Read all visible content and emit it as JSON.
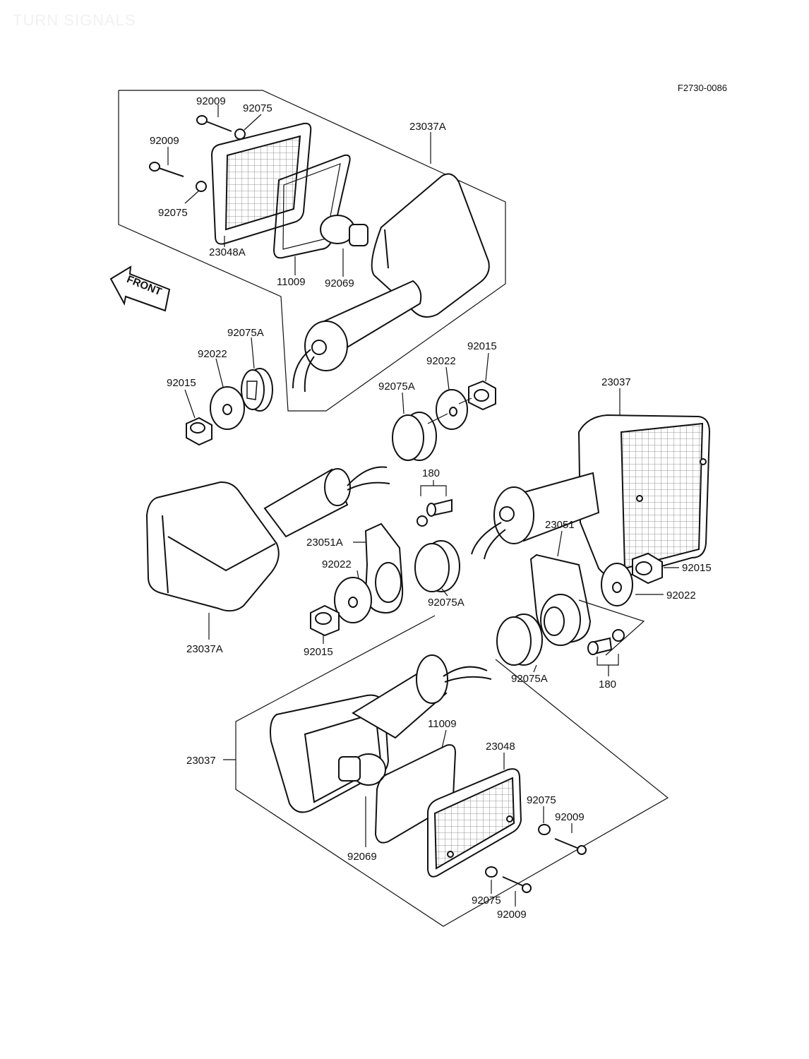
{
  "title": "TURN SIGNALS",
  "reference": "F2730-0086",
  "front_label": "FRONT",
  "callouts": {
    "a_92009": "92009",
    "a_92075": "92075",
    "a_23037A": "23037A",
    "b_92009": "92009",
    "b_92075": "92075",
    "a_23048A": "23048A",
    "a_11009": "11009",
    "a_92069": "92069",
    "a_92075A": "92075A",
    "a_92022": "92022",
    "a_92015": "92015",
    "b_92015": "92015",
    "b_92022": "92022",
    "b_92075A": "92075A",
    "a_23037": "23037",
    "a_180": "180",
    "a_23051A": "23051A",
    "c_92022": "92022",
    "c_92075A": "92075A",
    "a_23051": "23051",
    "c_92015": "92015",
    "d_92022": "92022",
    "b_23037A": "23037A",
    "d_92015": "92015",
    "d_92075A": "92075A",
    "b_180": "180",
    "b_11009": "11009",
    "a_23048": "23048",
    "b_23037": "23037",
    "c_92075": "92075",
    "c_92009": "92009",
    "b_92069": "92069",
    "d_92075": "92075",
    "d_92009": "92009"
  }
}
